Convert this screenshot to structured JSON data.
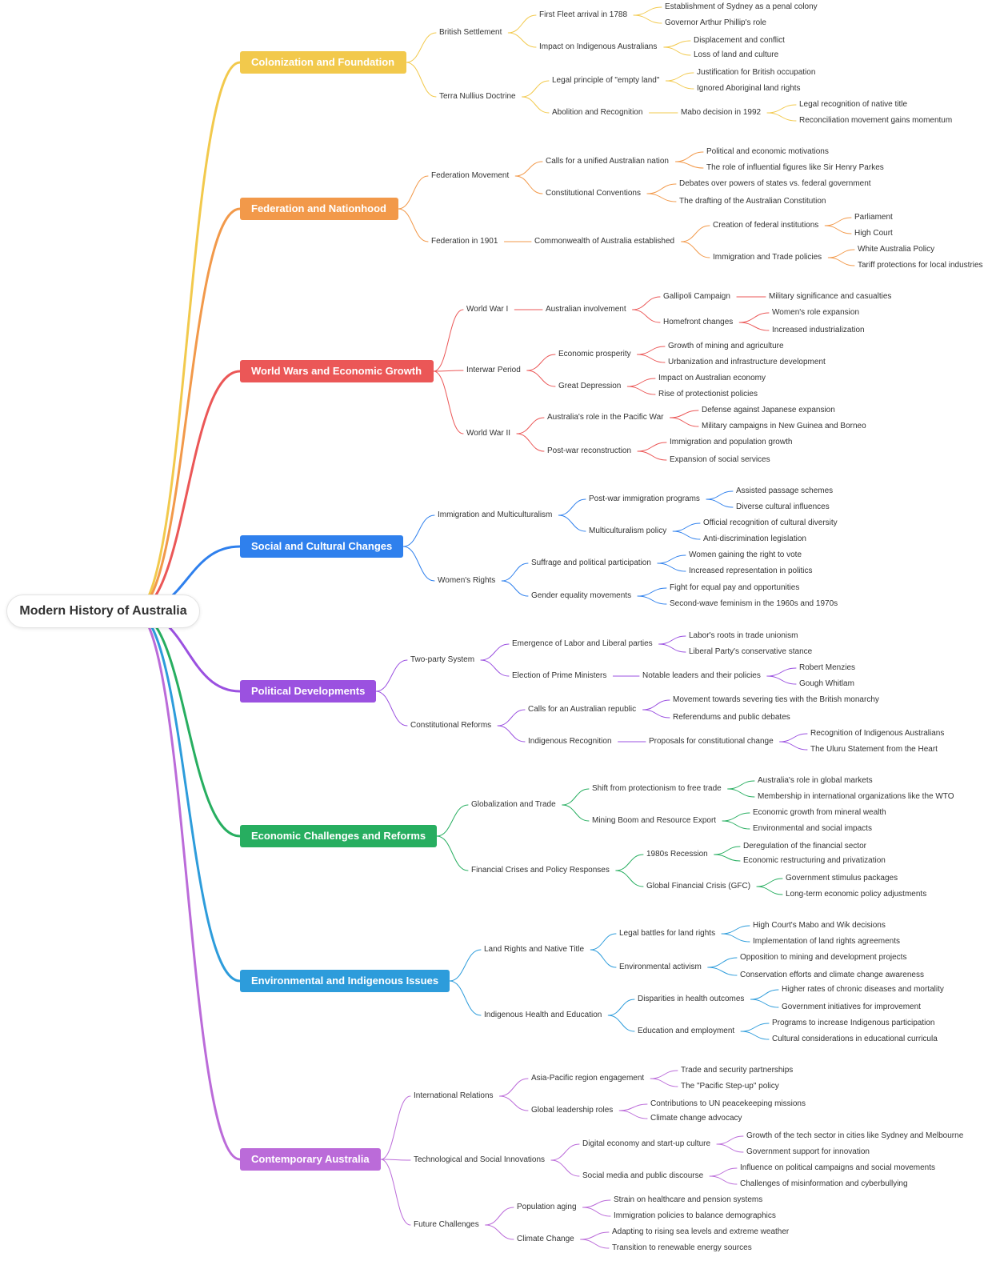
{
  "root": {
    "label": "Modern History of Australia"
  },
  "branches": [
    {
      "label": "Colonization and Foundation",
      "color": "#f2c94c",
      "children": [
        {
          "label": "British Settlement",
          "children": [
            {
              "label": "First Fleet arrival in 1788",
              "children": [
                {
                  "label": "Establishment of Sydney as a penal colony"
                },
                {
                  "label": "Governor Arthur Phillip's role"
                }
              ]
            },
            {
              "label": "Impact on Indigenous Australians",
              "children": [
                {
                  "label": "Displacement and conflict"
                },
                {
                  "label": "Loss of land and culture"
                }
              ]
            }
          ]
        },
        {
          "label": "Terra Nullius Doctrine",
          "children": [
            {
              "label": "Legal principle of \"empty land\"",
              "children": [
                {
                  "label": "Justification for British occupation"
                },
                {
                  "label": "Ignored Aboriginal land rights"
                }
              ]
            },
            {
              "label": "Abolition and Recognition",
              "children": [
                {
                  "label": "Mabo decision in 1992",
                  "children": [
                    {
                      "label": "Legal recognition of native title"
                    },
                    {
                      "label": "Reconciliation movement gains momentum"
                    }
                  ]
                }
              ]
            }
          ]
        }
      ]
    },
    {
      "label": "Federation and Nationhood",
      "color": "#f2994a",
      "children": [
        {
          "label": "Federation Movement",
          "children": [
            {
              "label": "Calls for a unified Australian nation",
              "children": [
                {
                  "label": "Political and economic motivations"
                },
                {
                  "label": "The role of influential figures like Sir Henry Parkes"
                }
              ]
            },
            {
              "label": "Constitutional Conventions",
              "children": [
                {
                  "label": "Debates over powers of states vs. federal government"
                },
                {
                  "label": "The drafting of the Australian Constitution"
                }
              ]
            }
          ]
        },
        {
          "label": "Federation in 1901",
          "children": [
            {
              "label": "Commonwealth of Australia established",
              "children": [
                {
                  "label": "Creation of federal institutions",
                  "children": [
                    {
                      "label": "Parliament"
                    },
                    {
                      "label": "High Court"
                    }
                  ]
                },
                {
                  "label": "Immigration and Trade policies",
                  "children": [
                    {
                      "label": "White Australia Policy"
                    },
                    {
                      "label": "Tariff protections for local industries"
                    }
                  ]
                }
              ]
            }
          ]
        }
      ]
    },
    {
      "label": "World Wars and Economic Growth",
      "color": "#eb5757",
      "children": [
        {
          "label": "World War I",
          "children": [
            {
              "label": "Australian involvement",
              "children": [
                {
                  "label": "Gallipoli Campaign",
                  "children": [
                    {
                      "label": "Military significance and casualties"
                    }
                  ]
                },
                {
                  "label": "Homefront changes",
                  "children": [
                    {
                      "label": "Women's role expansion"
                    },
                    {
                      "label": "Increased industrialization"
                    }
                  ]
                }
              ]
            }
          ]
        },
        {
          "label": "Interwar Period",
          "children": [
            {
              "label": "Economic prosperity",
              "children": [
                {
                  "label": "Growth of mining and agriculture"
                },
                {
                  "label": "Urbanization and infrastructure development"
                }
              ]
            },
            {
              "label": "Great Depression",
              "children": [
                {
                  "label": "Impact on Australian economy"
                },
                {
                  "label": "Rise of protectionist policies"
                }
              ]
            }
          ]
        },
        {
          "label": "World War II",
          "children": [
            {
              "label": "Australia's role in the Pacific War",
              "children": [
                {
                  "label": "Defense against Japanese expansion"
                },
                {
                  "label": "Military campaigns in New Guinea and Borneo"
                }
              ]
            },
            {
              "label": "Post-war reconstruction",
              "children": [
                {
                  "label": "Immigration and population growth"
                },
                {
                  "label": "Expansion of social services"
                }
              ]
            }
          ]
        }
      ]
    },
    {
      "label": "Social and Cultural Changes",
      "color": "#2f80ed",
      "children": [
        {
          "label": "Immigration and Multiculturalism",
          "children": [
            {
              "label": "Post-war immigration programs",
              "children": [
                {
                  "label": "Assisted passage schemes"
                },
                {
                  "label": "Diverse cultural influences"
                }
              ]
            },
            {
              "label": "Multiculturalism policy",
              "children": [
                {
                  "label": "Official recognition of cultural diversity"
                },
                {
                  "label": "Anti-discrimination legislation"
                }
              ]
            }
          ]
        },
        {
          "label": "Women's Rights",
          "children": [
            {
              "label": "Suffrage and political participation",
              "children": [
                {
                  "label": "Women gaining the right to vote"
                },
                {
                  "label": "Increased representation in politics"
                }
              ]
            },
            {
              "label": "Gender equality movements",
              "children": [
                {
                  "label": "Fight for equal pay and opportunities"
                },
                {
                  "label": "Second-wave feminism in the 1960s and 1970s"
                }
              ]
            }
          ]
        }
      ]
    },
    {
      "label": "Political Developments",
      "color": "#9b51e0",
      "children": [
        {
          "label": "Two-party System",
          "children": [
            {
              "label": "Emergence of Labor and Liberal parties",
              "children": [
                {
                  "label": "Labor's roots in trade unionism"
                },
                {
                  "label": "Liberal Party's conservative stance"
                }
              ]
            },
            {
              "label": "Election of Prime Ministers",
              "children": [
                {
                  "label": "Notable leaders and their policies",
                  "children": [
                    {
                      "label": "Robert Menzies"
                    },
                    {
                      "label": "Gough Whitlam"
                    }
                  ]
                }
              ]
            }
          ]
        },
        {
          "label": "Constitutional Reforms",
          "children": [
            {
              "label": "Calls for an Australian republic",
              "children": [
                {
                  "label": "Movement towards severing ties with the British monarchy"
                },
                {
                  "label": "Referendums and public debates"
                }
              ]
            },
            {
              "label": "Indigenous Recognition",
              "children": [
                {
                  "label": "Proposals for constitutional change",
                  "children": [
                    {
                      "label": "Recognition of Indigenous Australians"
                    },
                    {
                      "label": "The Uluru Statement from the Heart"
                    }
                  ]
                }
              ]
            }
          ]
        }
      ]
    },
    {
      "label": "Economic Challenges and Reforms",
      "color": "#27ae60",
      "children": [
        {
          "label": "Globalization and Trade",
          "children": [
            {
              "label": "Shift from protectionism to free trade",
              "children": [
                {
                  "label": "Australia's role in global markets"
                },
                {
                  "label": "Membership in international organizations like the WTO"
                }
              ]
            },
            {
              "label": "Mining Boom and Resource Export",
              "children": [
                {
                  "label": "Economic growth from mineral wealth"
                },
                {
                  "label": "Environmental and social impacts"
                }
              ]
            }
          ]
        },
        {
          "label": "Financial Crises and Policy Responses",
          "children": [
            {
              "label": "1980s Recession",
              "children": [
                {
                  "label": "Deregulation of the financial sector"
                },
                {
                  "label": "Economic restructuring and privatization"
                }
              ]
            },
            {
              "label": "Global Financial Crisis (GFC)",
              "children": [
                {
                  "label": "Government stimulus packages"
                },
                {
                  "label": "Long-term economic policy adjustments"
                }
              ]
            }
          ]
        }
      ]
    },
    {
      "label": "Environmental and Indigenous Issues",
      "color": "#2d9cdb",
      "children": [
        {
          "label": "Land Rights and Native Title",
          "children": [
            {
              "label": "Legal battles for land rights",
              "children": [
                {
                  "label": "High Court's Mabo and Wik decisions"
                },
                {
                  "label": "Implementation of land rights agreements"
                }
              ]
            },
            {
              "label": "Environmental activism",
              "children": [
                {
                  "label": "Opposition to mining and development projects"
                },
                {
                  "label": "Conservation efforts and climate change awareness"
                }
              ]
            }
          ]
        },
        {
          "label": "Indigenous Health and Education",
          "children": [
            {
              "label": "Disparities in health outcomes",
              "children": [
                {
                  "label": "Higher rates of chronic diseases and mortality"
                },
                {
                  "label": "Government initiatives for improvement"
                }
              ]
            },
            {
              "label": "Education and employment",
              "children": [
                {
                  "label": "Programs to increase Indigenous participation"
                },
                {
                  "label": "Cultural considerations in educational curricula"
                }
              ]
            }
          ]
        }
      ]
    },
    {
      "label": "Contemporary Australia",
      "color": "#bb6bd9",
      "children": [
        {
          "label": "International Relations",
          "children": [
            {
              "label": "Asia-Pacific region engagement",
              "children": [
                {
                  "label": "Trade and security partnerships"
                },
                {
                  "label": "The \"Pacific Step-up\" policy"
                }
              ]
            },
            {
              "label": "Global leadership roles",
              "children": [
                {
                  "label": "Contributions to UN peacekeeping missions"
                },
                {
                  "label": "Climate change advocacy"
                }
              ]
            }
          ]
        },
        {
          "label": "Technological and Social Innovations",
          "children": [
            {
              "label": "Digital economy and start-up culture",
              "children": [
                {
                  "label": "Growth of the tech sector in cities like Sydney and Melbourne"
                },
                {
                  "label": "Government support for innovation"
                }
              ]
            },
            {
              "label": "Social media and public discourse",
              "children": [
                {
                  "label": "Influence on political campaigns and social movements"
                },
                {
                  "label": "Challenges of misinformation and cyberbullying"
                }
              ]
            }
          ]
        },
        {
          "label": "Future Challenges",
          "children": [
            {
              "label": "Population aging",
              "children": [
                {
                  "label": "Strain on healthcare and pension systems"
                },
                {
                  "label": "Immigration policies to balance demographics"
                }
              ]
            },
            {
              "label": "Climate Change",
              "children": [
                {
                  "label": "Adapting to rising sea levels and extreme weather"
                },
                {
                  "label": "Transition to renewable energy sources"
                }
              ]
            }
          ]
        }
      ]
    }
  ]
}
